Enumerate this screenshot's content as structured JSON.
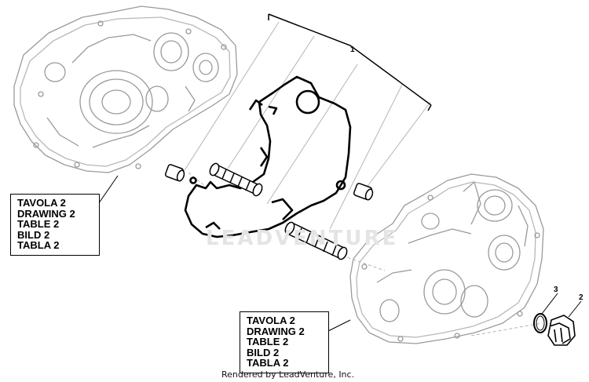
{
  "legend_left": [
    "TAVOLA 2",
    "DRAWING 2",
    "TABLE 2",
    "BILD 2",
    "TABLA 2"
  ],
  "legend_right": [
    "TAVOLA 2",
    "DRAWING 2",
    "TABLE 2",
    "BILD 2",
    "TABLA 2"
  ],
  "callouts": {
    "gasket_set": "1",
    "plug": "2",
    "o_ring": "3"
  },
  "watermark": "LEADVENTURE",
  "footer": "Rendered by LeadVenture, Inc."
}
